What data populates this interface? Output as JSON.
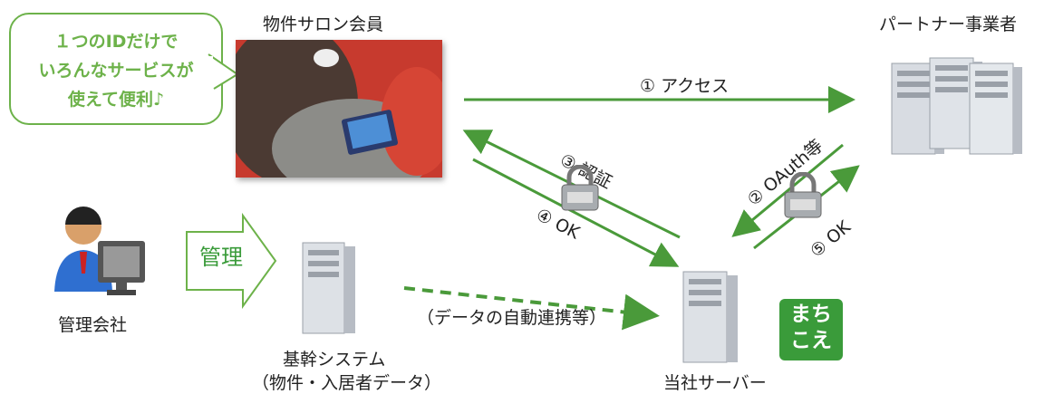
{
  "bubble": {
    "line1": "１つのIDだけで",
    "line2": "いろんなサービスが",
    "line3": "使えて便利♪"
  },
  "member_label": "物件サロン会員",
  "partner_label": "パートナー事業者",
  "management_label": "管理会社",
  "kanri_arrow_label": "管理",
  "core_system_label": "基幹システム",
  "core_system_sub": "（物件・入居者データ）",
  "data_link_label": "（データの自動連携等）",
  "our_server_label": "当社サーバー",
  "badge": {
    "line1": "まち",
    "line2": "こえ"
  },
  "steps": {
    "access": "① アクセス",
    "auth": "③ 認証",
    "ok4": "④ OK",
    "oauth": "② OAuth等",
    "ok5": "⑤ OK"
  },
  "colors": {
    "green": "#4a9a3a",
    "bubble_green": "#6db24a",
    "badge_green": "#3a9b3a"
  }
}
